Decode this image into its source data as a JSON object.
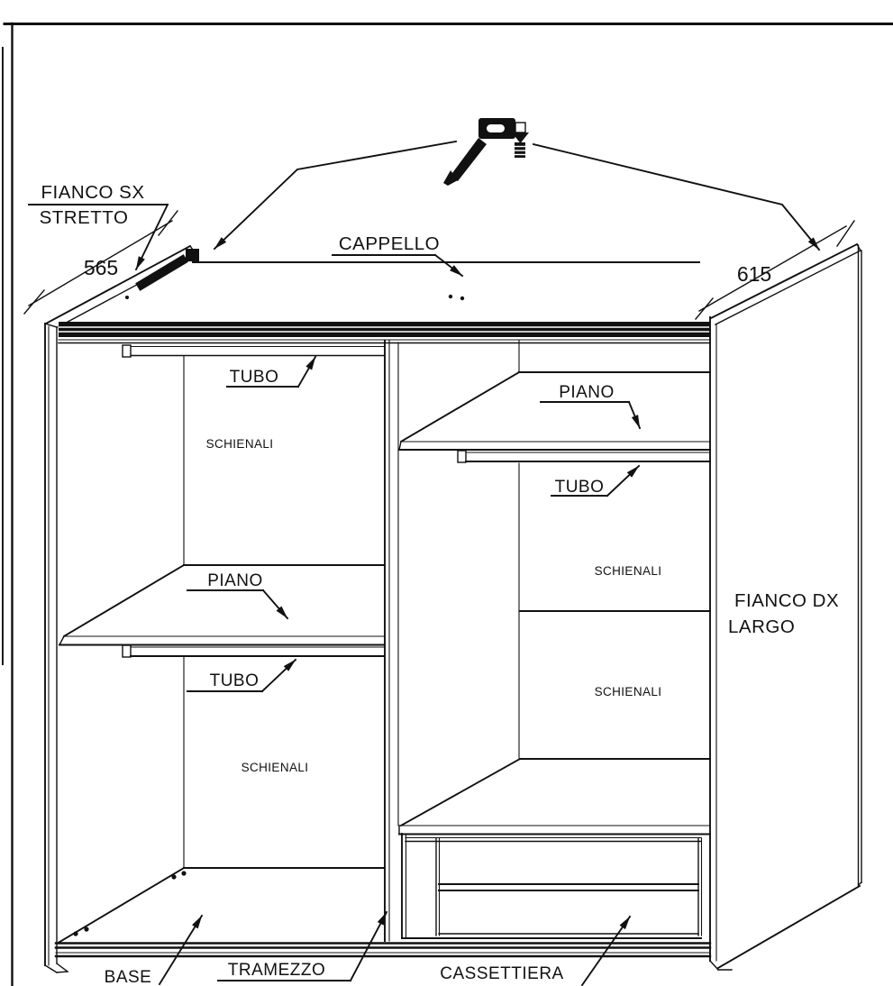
{
  "drawing": {
    "labels": {
      "fianco_sx_1": "FIANCO SX",
      "fianco_sx_2": "STRETTO",
      "dim_565": "565",
      "dim_615": "615",
      "cappello": "CAPPELLO",
      "tubo_top": "TUBO",
      "tubo_left": "TUBO",
      "tubo_right": "TUBO",
      "piano_left": "PIANO",
      "piano_right": "PIANO",
      "schienali_left_upper": "SCHIENALI",
      "schienali_left_lower": "SCHIENALI",
      "schienali_right_upper": "SCHIENALI",
      "schienali_right_lower": "SCHIENALI",
      "fianco_dx_1": "FIANCO DX",
      "fianco_dx_2": "LARGO",
      "base": "BASE",
      "tramezzo": "TRAMEZZO",
      "cassettiera": "CASSETTIERA"
    },
    "colors": {
      "line": "#111111",
      "background": "#ffffff"
    }
  }
}
